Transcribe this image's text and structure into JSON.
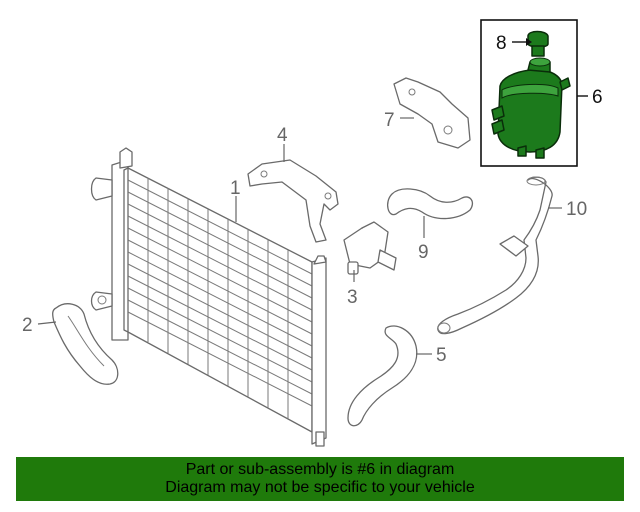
{
  "callouts": {
    "c1": "1",
    "c2": "2",
    "c3": "3",
    "c4": "4",
    "c5": "5",
    "c6": "6",
    "c7": "7",
    "c8": "8",
    "c9": "9",
    "c10": "10"
  },
  "banner": {
    "line1": "Part or sub-assembly is #6 in diagram",
    "line2": "Diagram may not be specific to your vehicle"
  },
  "colors": {
    "highlight_part": "#1c7a1c",
    "banner_background": "#1f7a0b",
    "line_art": "#6a6a6a"
  }
}
